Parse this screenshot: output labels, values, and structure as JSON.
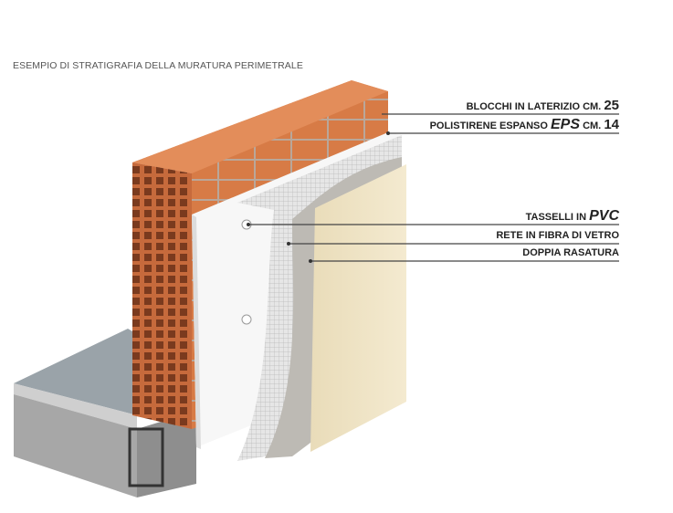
{
  "title": "ESEMPIO DI STRATIGRAFIA DELLA MURATURA PERIMETRALE",
  "labels": [
    {
      "text": "BLOCCHI IN LATERIZIO CM.",
      "value": "25"
    },
    {
      "text": "POLISTIRENE ESPANSO",
      "emph": "EPS",
      "suffix": "CM.",
      "value": "14"
    },
    {
      "text": "TASSELLI IN",
      "emph": "PVC"
    },
    {
      "text": "RETE IN FIBRA DI VETRO"
    },
    {
      "text": "DOPPIA RASATURA"
    }
  ],
  "colors": {
    "brick": "#c8683a",
    "eps": "#f4f4f4",
    "plaster": "#bdbab4",
    "finish": "#f1e6c6",
    "concrete": "#a9a9a9"
  }
}
